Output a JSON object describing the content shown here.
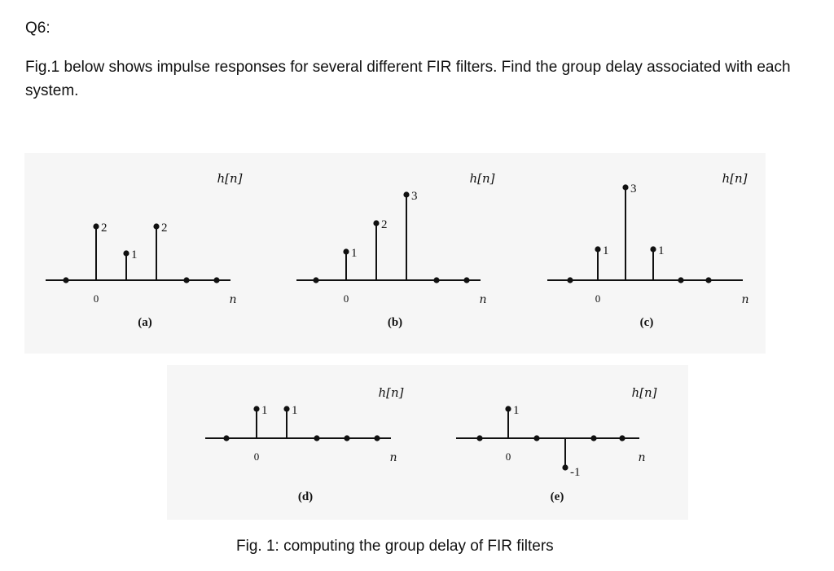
{
  "question": {
    "label": "Q6:",
    "text": "Fig.1 below shows impulse responses for several different FIR filters. Find the group delay associated with each system."
  },
  "figure": {
    "caption": "Fig. 1: computing the group delay of FIR filters",
    "axis_title": "h[n]",
    "axis_var": "n",
    "origin_label": "0",
    "colors": {
      "ink": "#111111",
      "panel_bg": "#f6f6f6"
    }
  },
  "chart_data": [
    {
      "type": "stem",
      "panel": "(a)",
      "ylabel": "h[n]",
      "xlabel": "n",
      "x": [
        -1,
        0,
        1,
        2,
        3,
        4
      ],
      "values": [
        0,
        2,
        1,
        2,
        0,
        0
      ],
      "labels": [
        "",
        "2",
        "1",
        "2",
        "",
        ""
      ]
    },
    {
      "type": "stem",
      "panel": "(b)",
      "ylabel": "h[n]",
      "xlabel": "n",
      "x": [
        -1,
        0,
        1,
        2,
        3,
        4
      ],
      "values": [
        0,
        1,
        2,
        3,
        0,
        0
      ],
      "labels": [
        "",
        "1",
        "2",
        "3",
        "",
        ""
      ]
    },
    {
      "type": "stem",
      "panel": "(c)",
      "ylabel": "h[n]",
      "xlabel": "n",
      "x": [
        -1,
        0,
        1,
        2,
        3,
        4
      ],
      "values": [
        0,
        1,
        3,
        1,
        0,
        0
      ],
      "labels": [
        "",
        "1",
        "3",
        "1",
        "",
        ""
      ]
    },
    {
      "type": "stem",
      "panel": "(d)",
      "ylabel": "h[n]",
      "xlabel": "n",
      "x": [
        -1,
        0,
        1,
        2,
        3,
        4
      ],
      "values": [
        0,
        1,
        1,
        0,
        0,
        0
      ],
      "labels": [
        "",
        "1",
        "1",
        "",
        "",
        ""
      ]
    },
    {
      "type": "stem",
      "panel": "(e)",
      "ylabel": "h[n]",
      "xlabel": "n",
      "x": [
        -1,
        0,
        1,
        2,
        3,
        4
      ],
      "values": [
        0,
        1,
        0,
        -1,
        0,
        0
      ],
      "labels": [
        "",
        "1",
        "",
        "-1",
        "",
        ""
      ]
    }
  ]
}
